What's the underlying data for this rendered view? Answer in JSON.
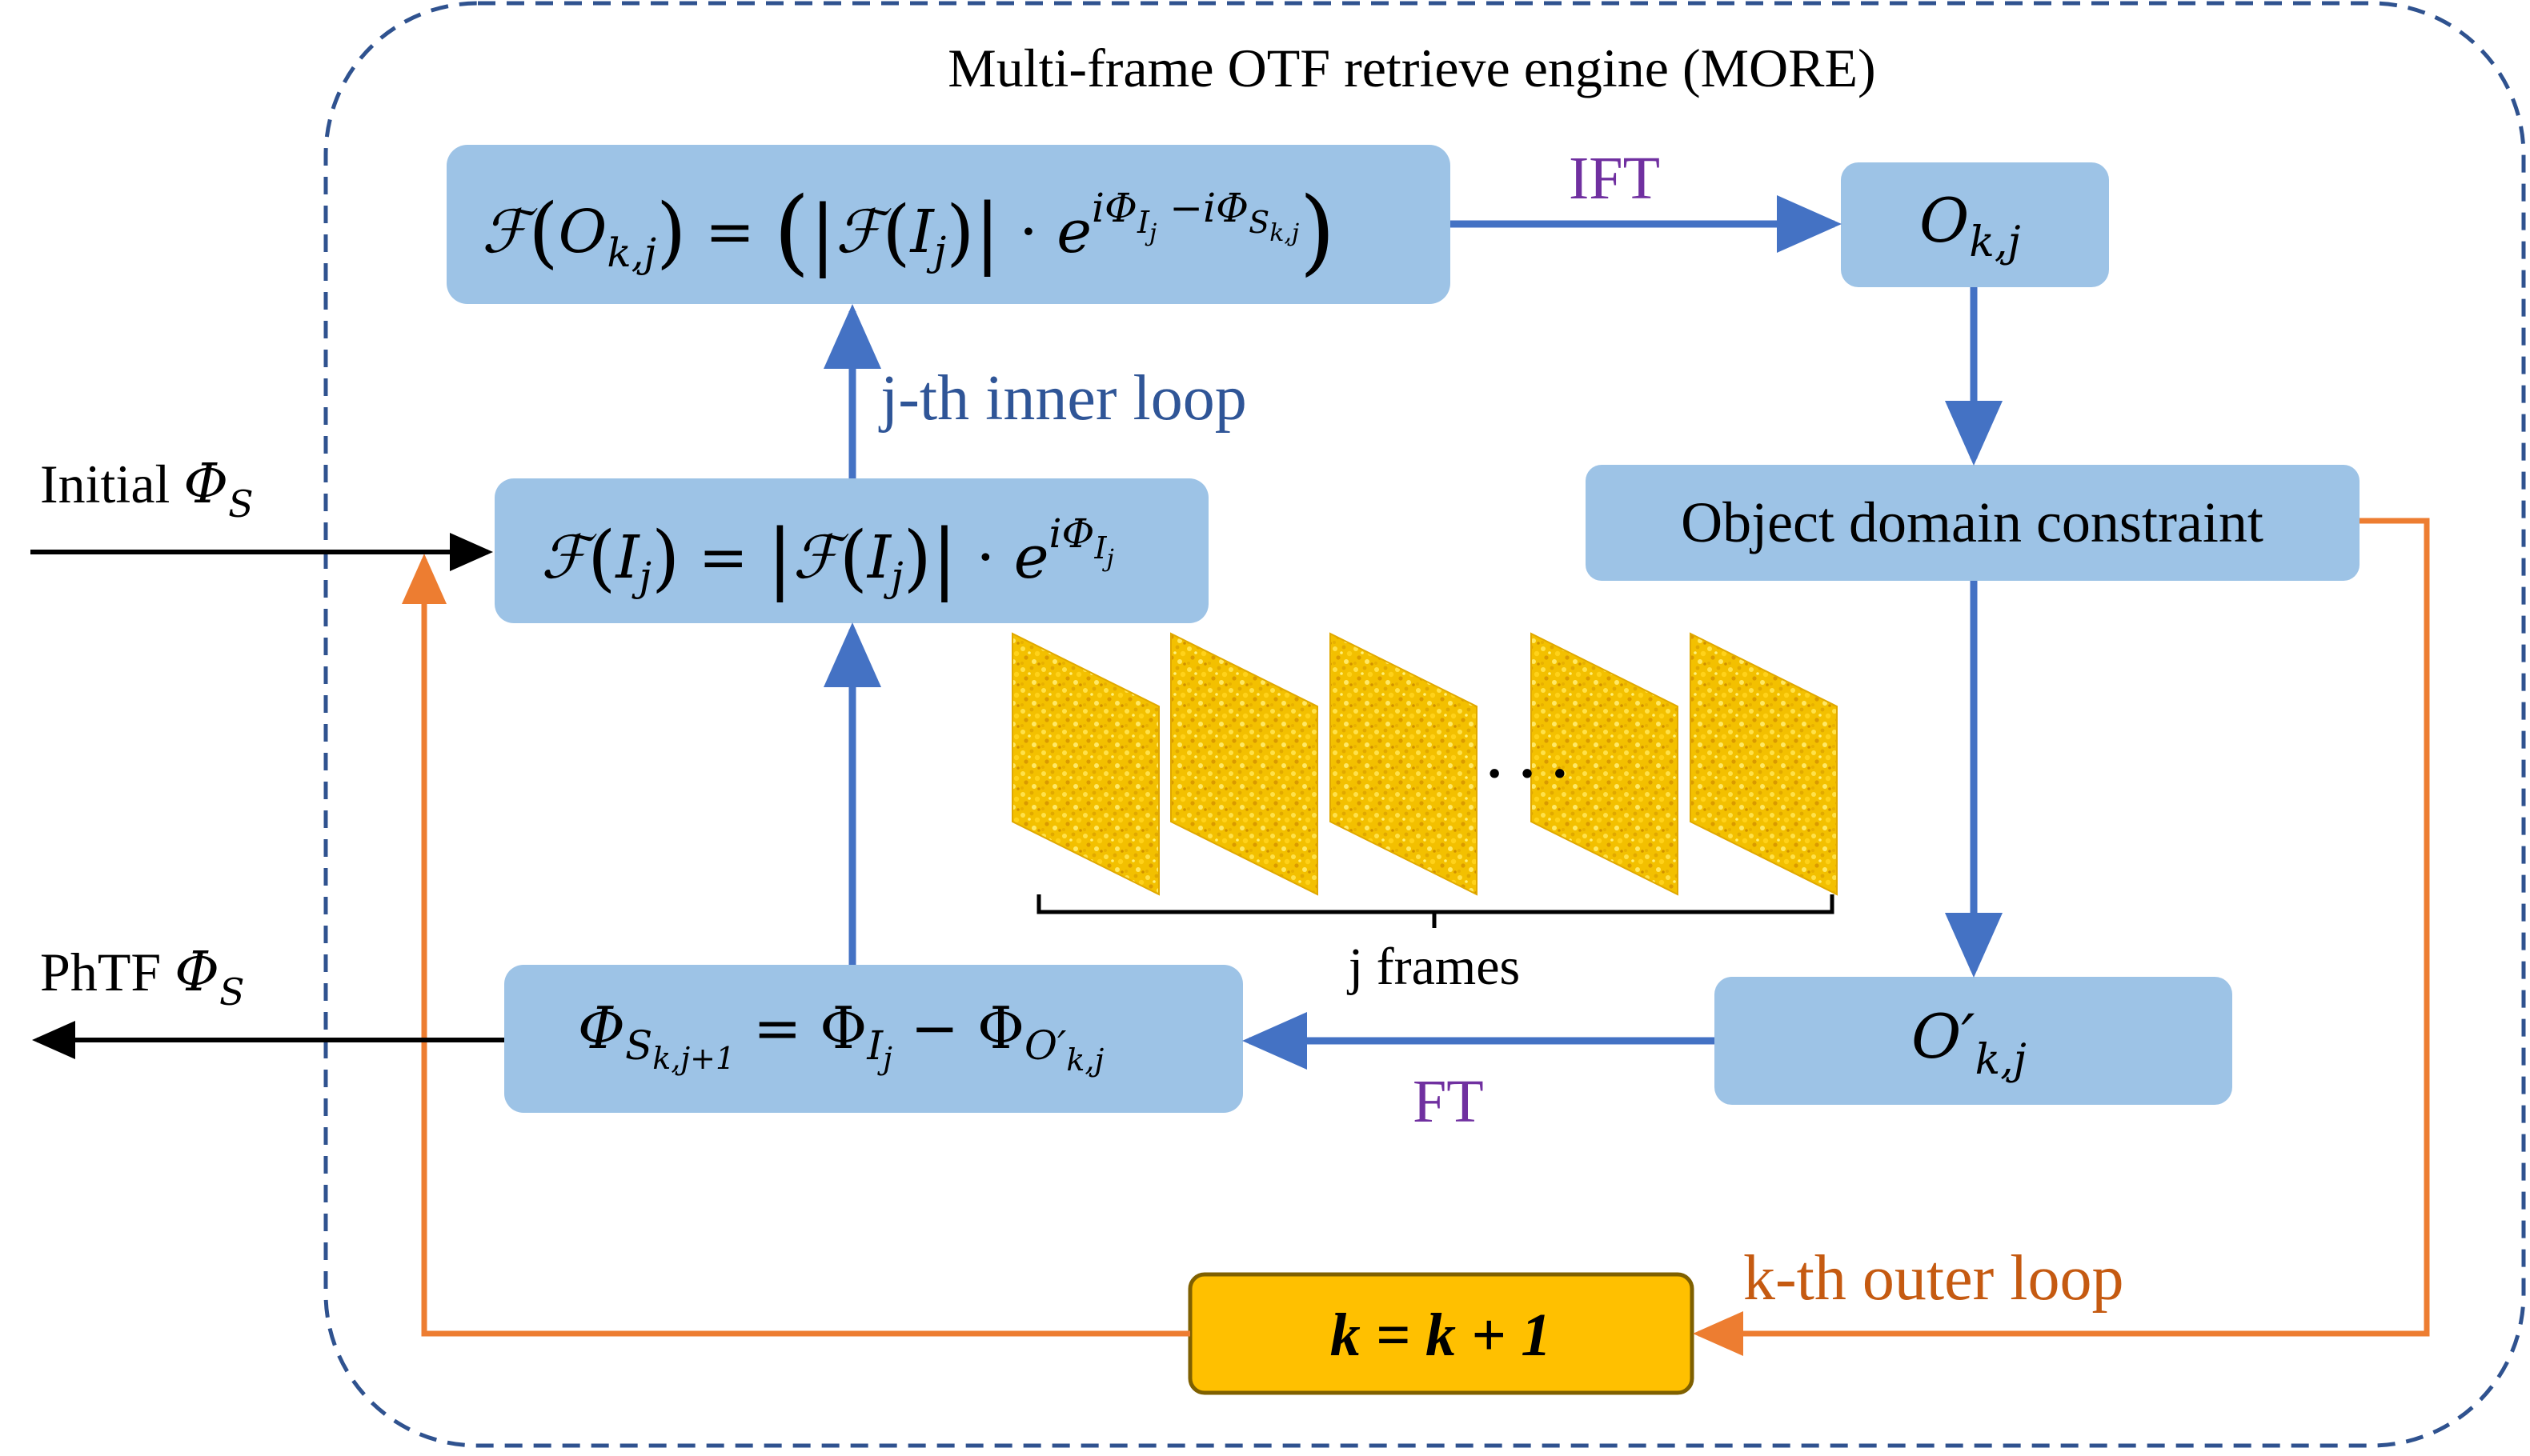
{
  "engine": {
    "title": "Multi-frame OTF retrieve engine (MORE)"
  },
  "labels": {
    "ift": "IFT",
    "ft": "FT",
    "inner_loop": "j-th inner loop",
    "outer_loop": "k-th outer loop",
    "frames": "j frames",
    "ellipsis": "· · ·"
  },
  "inputs": {
    "initial_prefix": "Initial ",
    "initial_symbol": "Φ",
    "initial_sub": "S",
    "phtf_prefix": "PhTF  ",
    "phtf_symbol": "Φ",
    "phtf_sub": "S"
  },
  "boxes": {
    "fo": {
      "f": "ℱ",
      "lp": "(",
      "o": "O",
      "o_sub": "k,j",
      "rp": ")",
      "eq": " = ",
      "big_lp": "(",
      "abs1": "|",
      "f2": "ℱ",
      "lp2": "(",
      "i": "I",
      "i_sub": "j",
      "rp2": ")",
      "abs2": "|",
      "dot": " · ",
      "e": "e",
      "exp_main": "iΦ",
      "exp_sub1": "I",
      "exp_subsub1": "j",
      "exp_minus": " −iΦ",
      "exp_sub2": "S",
      "exp_subsub2": "k,j",
      "big_rp": ")"
    },
    "okj": {
      "o": "O",
      "sub": "k,j"
    },
    "odc": {
      "label": "Object domain constraint"
    },
    "fi": {
      "f": "ℱ",
      "lp": "(",
      "i": "I",
      "i_sub": "j",
      "rp": ")",
      "eq": " = ",
      "abs1": "|",
      "f2": "ℱ",
      "lp2": "(",
      "i2": "I",
      "i2_sub": "j",
      "rp2": ")",
      "abs2": "|",
      "dot": " · ",
      "e": "e",
      "exp_main": "iΦ",
      "exp_sub": "I",
      "exp_subsub": "j"
    },
    "phi": {
      "phi": "Φ",
      "sub": "S",
      "subsub": "k,j+1",
      "eq": " = Φ",
      "sub2": "I",
      "subsub2": "j",
      "minus": " − Φ",
      "sub3": "O′",
      "subsub3": "k,j"
    },
    "oprime": {
      "o": "O′",
      "sub": "k,j"
    },
    "kbox": {
      "label": "k = k + 1"
    }
  },
  "colors": {
    "box_fill": "#9dc3e6",
    "blue_arrow": "#4472c4",
    "orange_arrow": "#ed7d31",
    "dashed_border": "#2f528f",
    "purple_text": "#7030a0",
    "blue_text": "#2f5597",
    "orange_text": "#c55a11",
    "k_box_fill": "#ffc000",
    "k_box_stroke": "#7f6000",
    "frame_fill": "#f5c400"
  },
  "frames_count_shown": 5
}
